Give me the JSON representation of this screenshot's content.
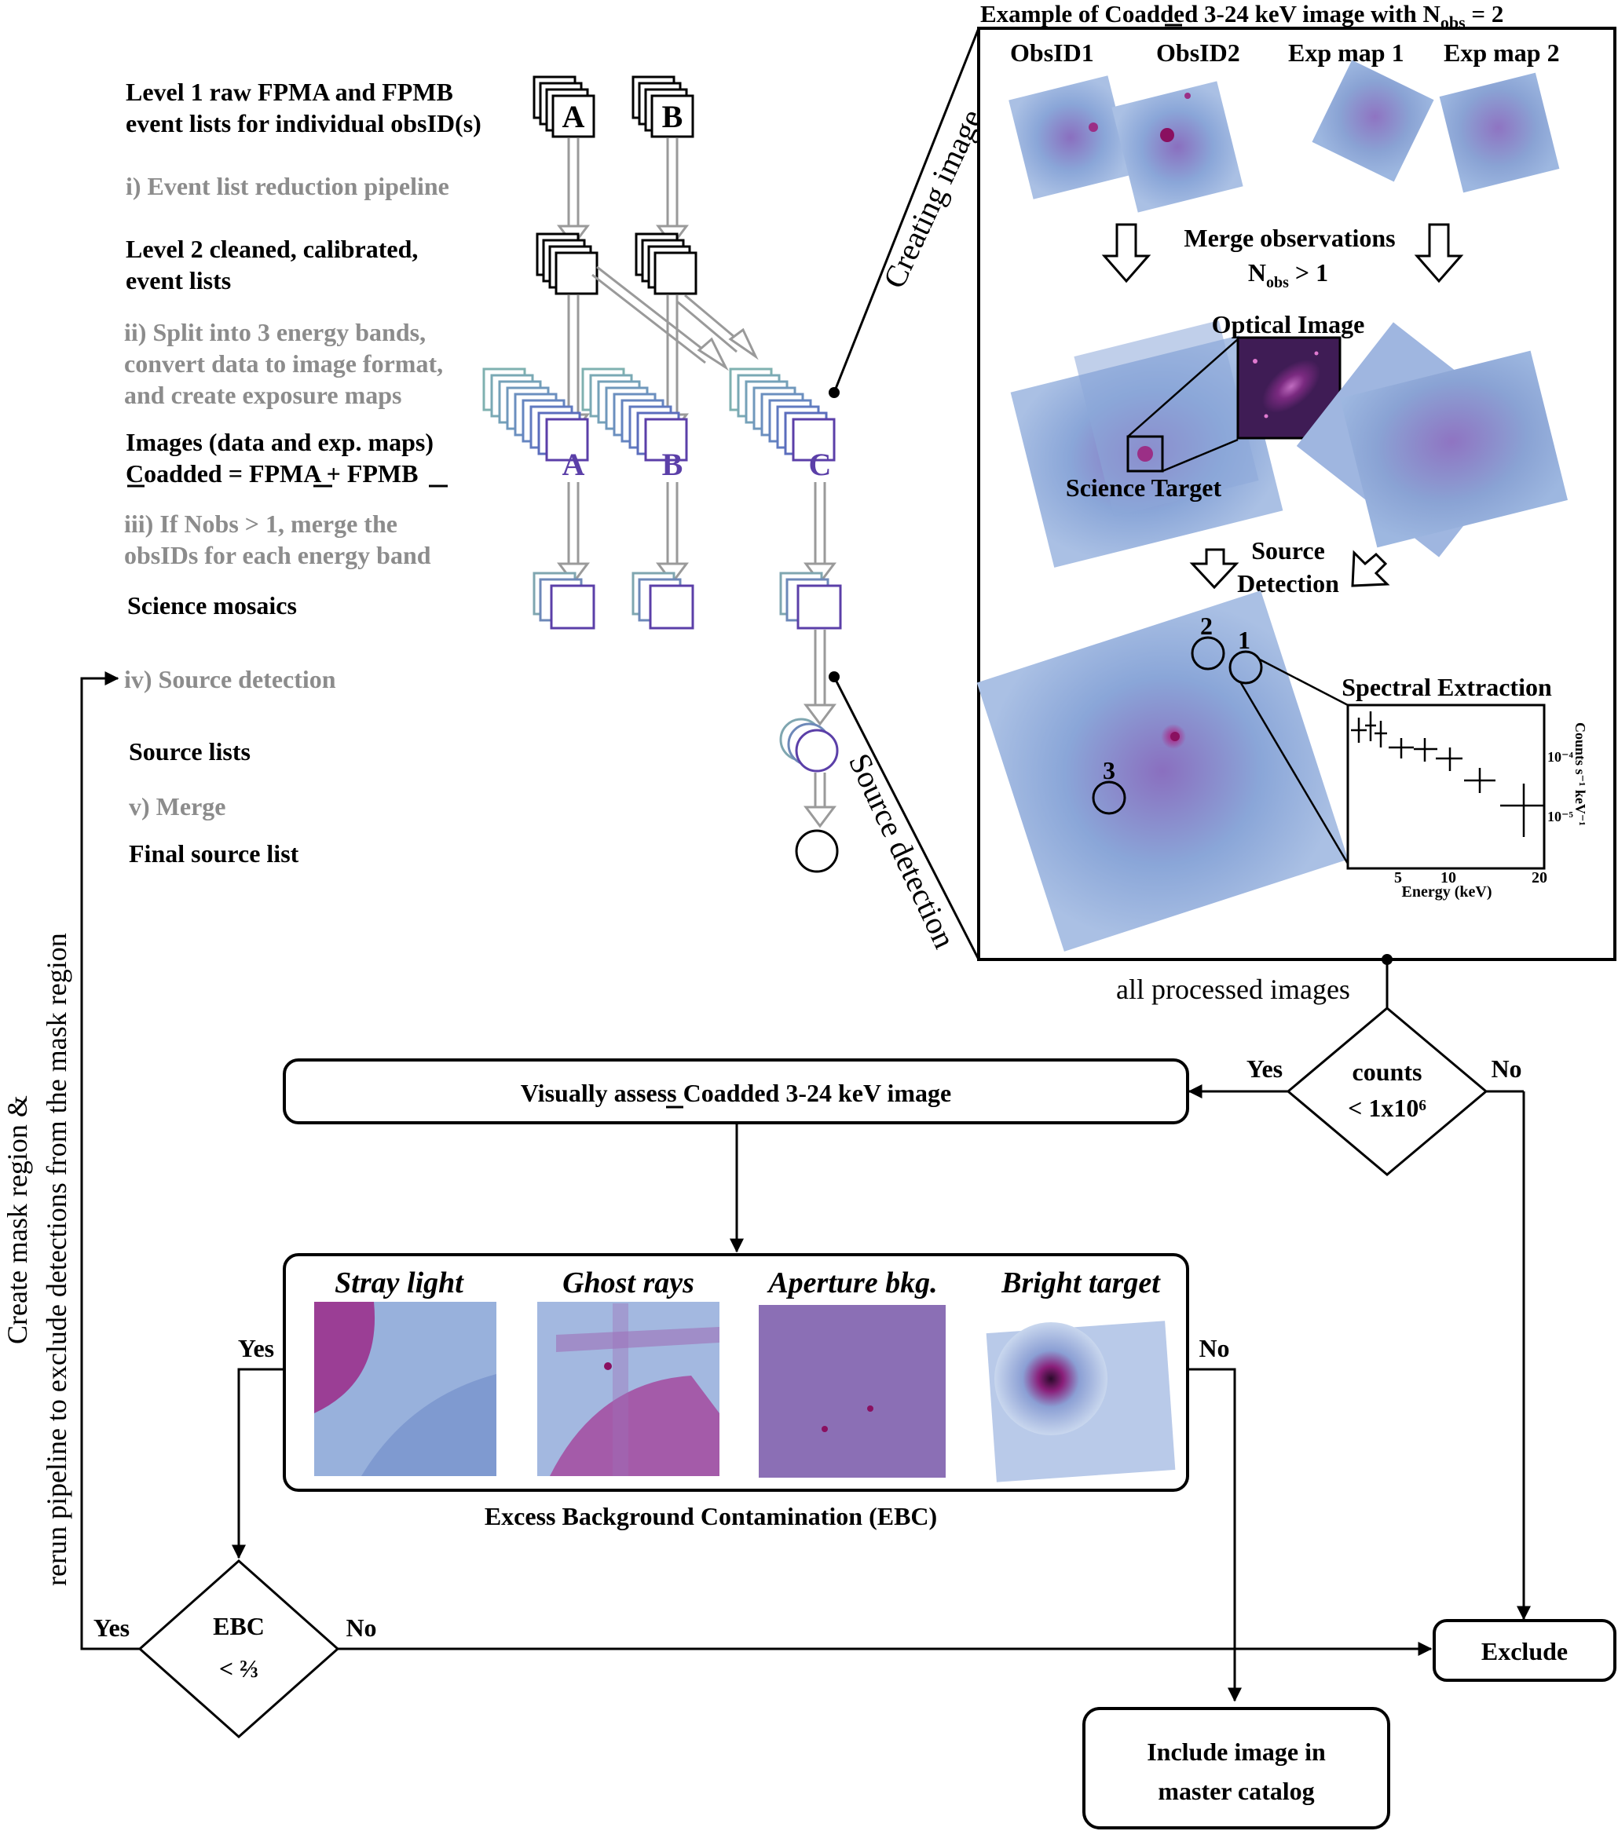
{
  "pipeline": {
    "level1": [
      "Level 1 raw FPMA and FPMB",
      "event lists for individual obsID(s)"
    ],
    "step1": "i)  Event list reduction pipeline",
    "level2": [
      "Level 2 cleaned, calibrated,",
      "event lists"
    ],
    "step2": [
      "ii)  Split into 3 energy bands,",
      "convert data to image format,",
      "and create exposure maps"
    ],
    "images": [
      "Images (data and exp. maps)",
      "Coadded = FPMA + FPMB"
    ],
    "step3": [
      "iii) If Nobs > 1, merge the",
      "obsIDs for each energy band"
    ],
    "mosaics": "Science mosaics",
    "step4": "iv) Source detection",
    "source_lists": "Source lists",
    "step5": "v) Merge",
    "final_list": "Final source list",
    "box_a": "A",
    "box_b": "B",
    "box_c": "C"
  },
  "side_labels": {
    "creating_image": "Creating image",
    "source_detection": "Source detection"
  },
  "panel": {
    "title": "Example of Coadded 3-24 keV image with N",
    "title_sub": "obs",
    "title_end": " = 2",
    "col1": "ObsID1",
    "col2": "ObsID2",
    "col3": "Exp map 1",
    "col4": "Exp map 2",
    "merge": "Merge observations",
    "nobs": "N",
    "nobs_sub": "obs",
    "nobs_end": " > 1",
    "optical": "Optical Image",
    "science_target": "Science Target",
    "source_det": [
      "Source",
      "Detection"
    ],
    "markers": [
      "2",
      "1",
      "3"
    ],
    "spec_title": "Spectral Extraction",
    "spec_xlabel": "Energy (keV)",
    "spec_ylabel": "Counts s⁻¹ keV⁻¹",
    "spec_yticks": [
      "10⁻⁴",
      "10⁻⁵"
    ],
    "spec_xticks": [
      "5",
      "10",
      "20"
    ]
  },
  "flow": {
    "all_processed": "all processed images",
    "yes1": "Yes",
    "no1": "No",
    "counts": [
      "counts",
      "< 1x10⁶"
    ],
    "visual": "Visually assess Coadded 3-24 keV image",
    "ebc_types": [
      "Stray light",
      "Ghost rays",
      "Aperture bkg.",
      "Bright target"
    ],
    "ebc_caption": "Excess Background Contamination (EBC)",
    "yes2": "Yes",
    "no2": "No",
    "ebc_diamond": [
      "EBC",
      "< ⅔"
    ],
    "yes3": "Yes",
    "no3": "No",
    "exclude": "Exclude",
    "include": [
      "Include image in",
      "master catalog"
    ],
    "left_label": [
      "Create mask region  &",
      "rerun pipeline to exclude detections from the mask region"
    ]
  },
  "colors": {
    "purple": "#5b3fa8",
    "field": "#7f9bd0",
    "magenta": "#9b2f86",
    "gray": "#8c8c8c"
  }
}
